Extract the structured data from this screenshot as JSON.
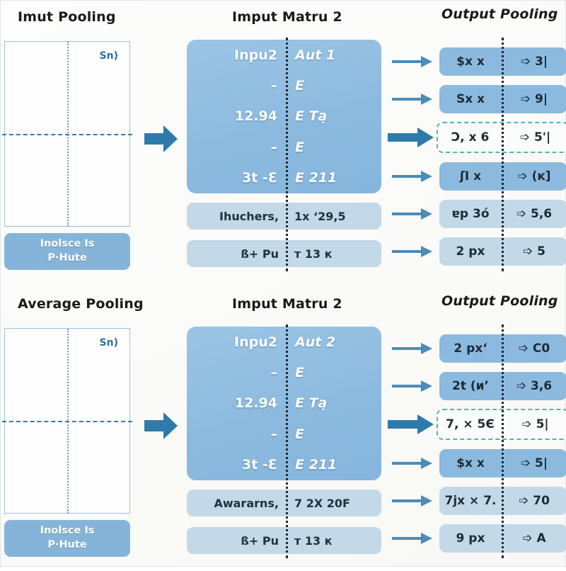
{
  "meta": {
    "accent_blue": "#2e7aab",
    "box_blue": "#8cbadf",
    "light_blue": "#c3d9e8",
    "highlight_teal": "#56b3a6",
    "background": "#fbfbf9"
  },
  "sections": [
    {
      "id": "max-pooling",
      "left": {
        "title": "Imut Pooling",
        "grid_tag": "Sn)",
        "label_line1": "Inolsce Is",
        "label_line2": "P·Hute"
      },
      "middle": {
        "title": "Imput Matru 2",
        "matrix_rows": [
          {
            "left": "Inpu2",
            "right": "Aut 1"
          },
          {
            "left": "–",
            "right": "E"
          },
          {
            "left": "12.94",
            "right": "E Tą"
          },
          {
            "left": "–",
            "right": "E"
          },
          {
            "left": "3t -Ɛ",
            "right": "E 211"
          }
        ],
        "light_rows": [
          {
            "left": "Ihuchers,",
            "right": "1x ‘29,5"
          },
          {
            "left": "ß+ Рu",
            "right": "т 13 к"
          }
        ]
      },
      "right": {
        "title": "Output Pooling",
        "rows": [
          {
            "left": "$x x",
            "right": "➩ 3|",
            "style": "dark",
            "arrow": "normal"
          },
          {
            "left": "Sx х",
            "right": "➩ 9|",
            "style": "dark",
            "arrow": "normal"
          },
          {
            "left": "Ɔ, x 6",
            "right": "➩ 5'|",
            "style": "highlight",
            "arrow": "bold"
          },
          {
            "left": "ʃI x",
            "right": "➩ (ĸ]",
            "style": "dark",
            "arrow": "normal"
          },
          {
            "left": "ɐp 3ó",
            "right": "➩ 5,6",
            "style": "light",
            "arrow": "normal"
          },
          {
            "left": "2 px",
            "right": "➩ 5",
            "style": "light",
            "arrow": "normal"
          }
        ]
      }
    },
    {
      "id": "average-pooling",
      "left": {
        "title": "Average Pooling",
        "grid_tag": "Sn)",
        "label_line1": "Inolsce Is",
        "label_line2": "P·Hute"
      },
      "middle": {
        "title": "Imput Matru 2",
        "matrix_rows": [
          {
            "left": "Inpu2",
            "right": "Aut 2"
          },
          {
            "left": "–",
            "right": "E"
          },
          {
            "left": "12.94",
            "right": "E Tą"
          },
          {
            "left": "–",
            "right": "E"
          },
          {
            "left": "3t -Ɛ",
            "right": "E 211"
          }
        ],
        "light_rows": [
          {
            "left": "Awararns,",
            "right": "7 2X 20F"
          },
          {
            "left": "ß+ Рu",
            "right": "т 13 к"
          }
        ]
      },
      "right": {
        "title": "Output Pooling",
        "rows": [
          {
            "left": "2 px‘",
            "right": "➩ C0",
            "style": "dark",
            "arrow": "normal"
          },
          {
            "left": "2t (и’",
            "right": "➩ 3,6",
            "style": "dark",
            "arrow": "normal"
          },
          {
            "left": "7, × 5Є",
            "right": "➩ 5|",
            "style": "highlight",
            "arrow": "bold"
          },
          {
            "left": "$x x",
            "right": "➩ 5|",
            "style": "dark",
            "arrow": "normal"
          },
          {
            "left": "7jx × 7.",
            "right": "➩ 70",
            "style": "light",
            "arrow": "normal"
          },
          {
            "left": "9 px",
            "right": "➩ A",
            "style": "light",
            "arrow": "normal"
          }
        ]
      }
    }
  ]
}
